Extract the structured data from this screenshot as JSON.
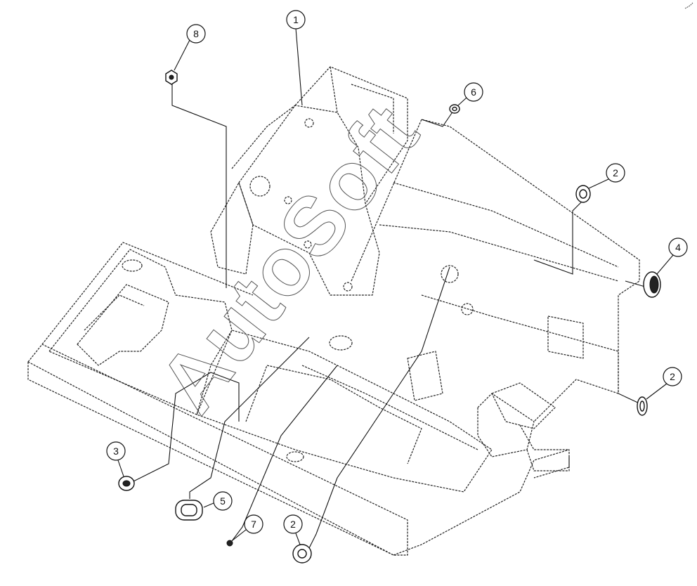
{
  "watermark": {
    "text": "AutoSoft"
  },
  "callouts": [
    {
      "id": "callout-1",
      "label": "1"
    },
    {
      "id": "callout-2a",
      "label": "2"
    },
    {
      "id": "callout-2b",
      "label": "2"
    },
    {
      "id": "callout-2c",
      "label": "2"
    },
    {
      "id": "callout-3",
      "label": "3"
    },
    {
      "id": "callout-4",
      "label": "4"
    },
    {
      "id": "callout-5",
      "label": "5"
    },
    {
      "id": "callout-6",
      "label": "6"
    },
    {
      "id": "callout-7",
      "label": "7"
    },
    {
      "id": "callout-8",
      "label": "8"
    }
  ]
}
